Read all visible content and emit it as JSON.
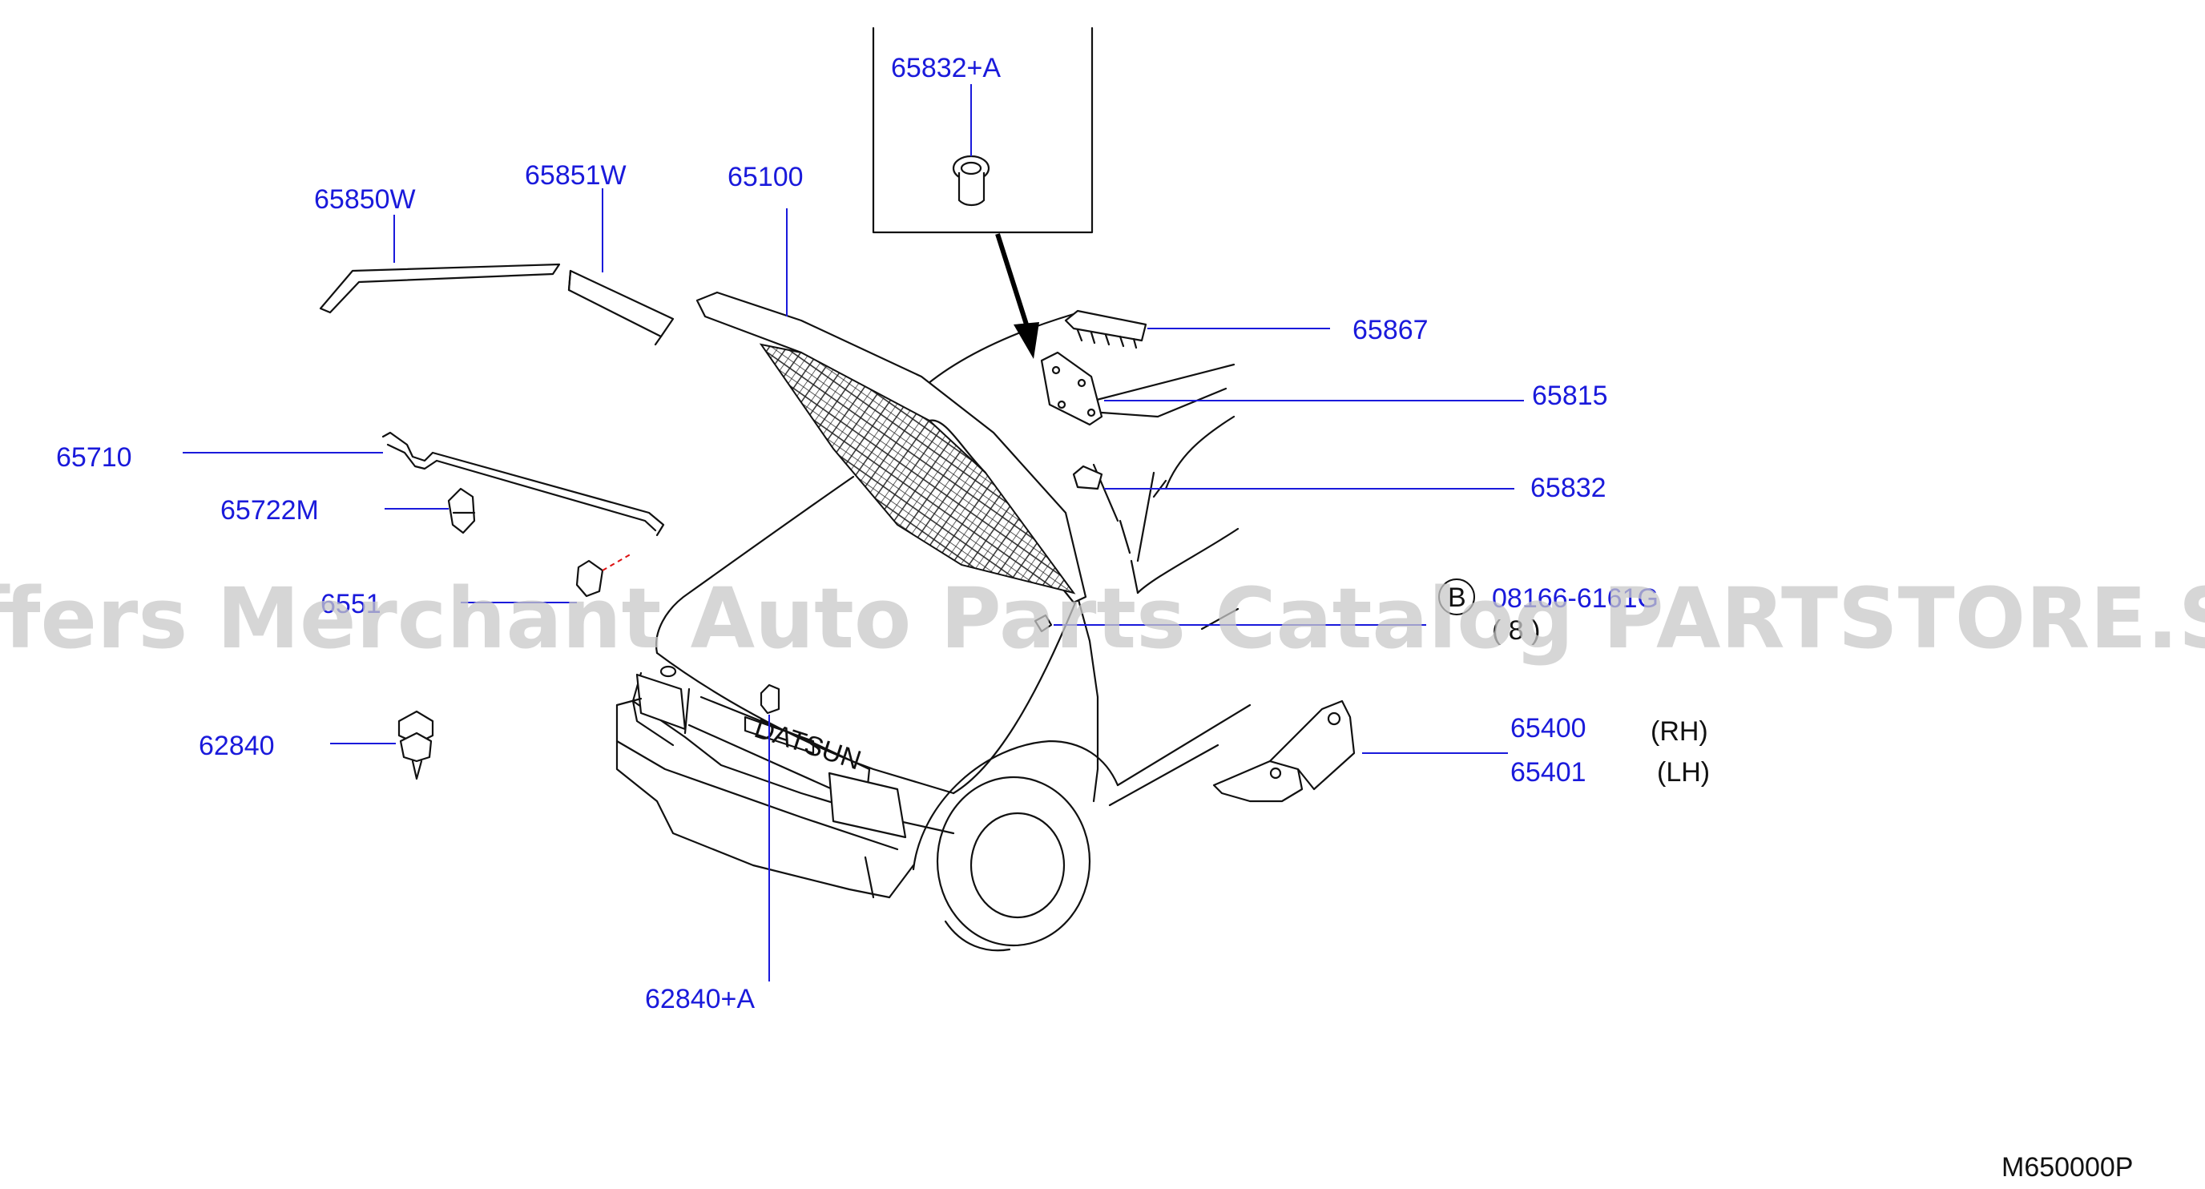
{
  "parts": {
    "p65832a": "65832+A",
    "p65851w": "65851W",
    "p65100": "65100",
    "p65850w": "65850W",
    "p65867": "65867",
    "p65815": "65815",
    "p65710": "65710",
    "p65832": "65832",
    "p65722m": "65722M",
    "p65512": "6551",
    "p08166": "08166-6161G",
    "p65400": "65400",
    "p65401": "65401",
    "p62840": "62840",
    "p62840a": "62840+A"
  },
  "notes": {
    "bolt_symbol": "B",
    "quantity": "( 8 )",
    "rh": "(RH)",
    "lh": "(LH)",
    "badge_text": "DATSUN"
  },
  "diagram_code": "M650000P",
  "watermark": "Offers Merchant Auto Parts Catalog PARTSTORE.SA",
  "colors": {
    "label": "#1a1adb",
    "line": "#111111",
    "watermark": "#c8c8c8",
    "background": "#ffffff"
  }
}
